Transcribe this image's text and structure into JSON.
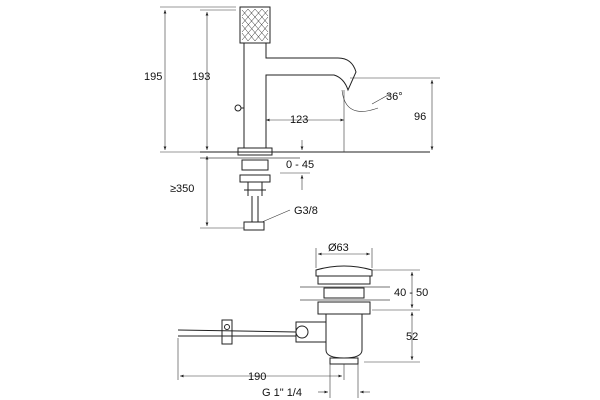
{
  "faucet": {
    "dims": {
      "total_height": "195",
      "spout_height": "193",
      "angle": "36°",
      "reach": "123",
      "spout_clearance": "96",
      "deck_thickness": "0 - 45",
      "hose_length": "≥350",
      "connection": "G3/8"
    }
  },
  "drain": {
    "dims": {
      "diameter": "Ø63",
      "flange_range": "40 - 50",
      "body_height": "52",
      "rod_length": "190",
      "thread": "G 1\" 1/4"
    }
  }
}
